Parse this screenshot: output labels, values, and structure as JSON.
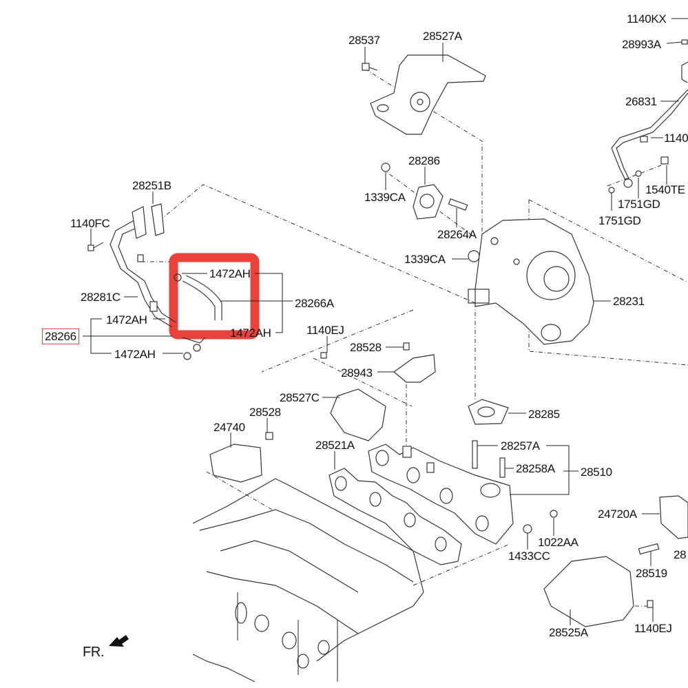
{
  "diagram": {
    "type": "exploded parts diagram",
    "subject": "turbocharger and exhaust manifold assembly",
    "highlight_color": "#e8423a",
    "highlighted_part": "28266",
    "front_marker": "FR.",
    "labels": {
      "l_1140KX": "1140KX",
      "l_28993A": "28993A",
      "l_26831": "26831",
      "l_1140_right": "1140",
      "l_1540TE": "1540TE",
      "l_1751GD_a": "1751GD",
      "l_1751GD_b": "1751GD",
      "l_28537": "28537",
      "l_28527A": "28527A",
      "l_28286": "28286",
      "l_1339CA_a": "1339CA",
      "l_28264A": "28264A",
      "l_1339CA_b": "1339CA",
      "l_28231": "28231",
      "l_28251B": "28251B",
      "l_1140FC": "1140FC",
      "l_28281C": "28281C",
      "l_1472AH_a": "1472AH",
      "l_28266A": "28266A",
      "l_1472AH_b": "1472AH",
      "l_1472AH_c": "1472AH",
      "l_1472AH_d": "1472AH",
      "l_28266": "28266",
      "l_1140EJ_a": "1140EJ",
      "l_28528_a": "28528",
      "l_28943": "28943",
      "l_28527C": "28527C",
      "l_28528_b": "28528",
      "l_24740": "24740",
      "l_28521A": "28521A",
      "l_28285": "28285",
      "l_28257A": "28257A",
      "l_28258A": "28258A",
      "l_28510": "28510",
      "l_24720A": "24720A",
      "l_1022AA": "1022AA",
      "l_1433CC": "1433CC",
      "l_28519": "28519",
      "l_28_right": "28",
      "l_28525A": "28525A",
      "l_1140EJ_b": "1140EJ"
    }
  }
}
